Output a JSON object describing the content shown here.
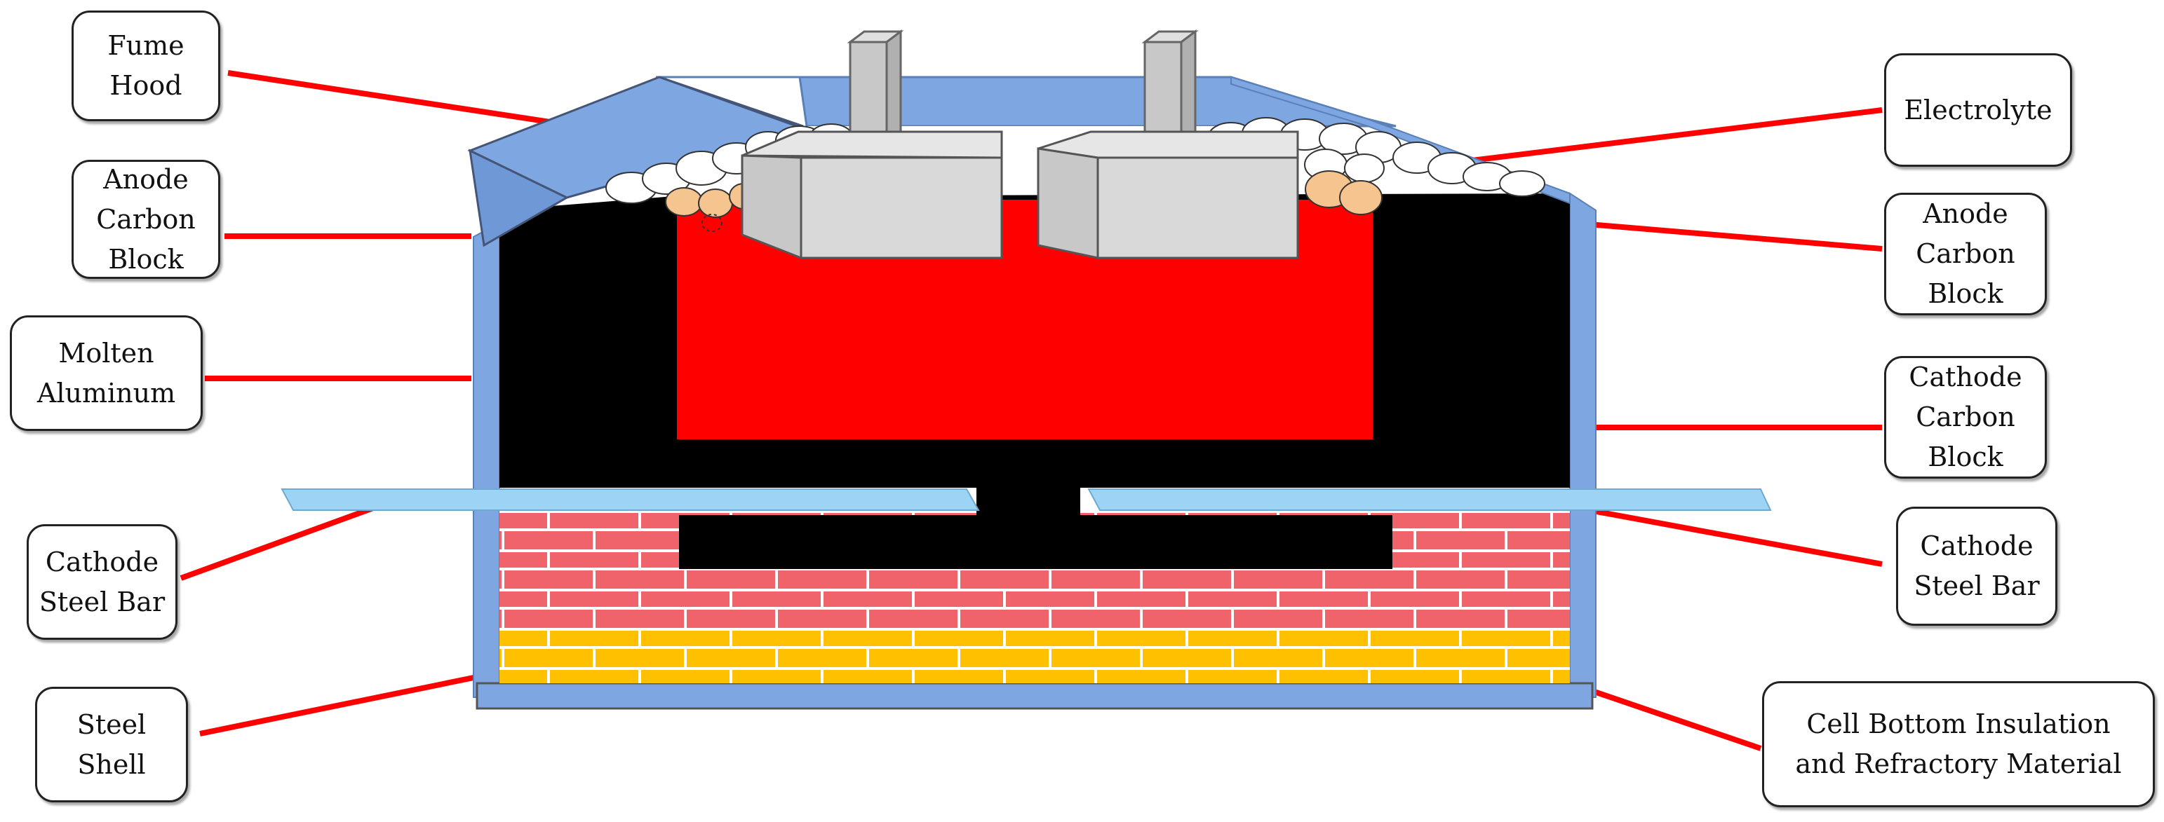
{
  "title": "",
  "labels": {
    "fume_hood": "Fume\nHood",
    "anode_carbon_block_left": "Anode\nCarbon\nBlock",
    "molten_aluminum": "Molten\nAluminum",
    "cathode_steel_bar_left": "Cathode\nSteel Bar",
    "steel_shell": "Steel\nShell",
    "electrolyte": "Electrolyte",
    "anode_carbon_block_right": "Anode\nCarbon\nBlock",
    "cathode_carbon_block": "Cathode\nCarbon\nBlock",
    "cathode_steel_bar_right": "Cathode\nSteel Bar",
    "cell_bottom_insulation": "Cell Bottom Insulation\nand Refractory Material"
  },
  "colors": {
    "steel_shell": "#7ea6e0",
    "steel_shell_edge": "#5b80b8",
    "carbon": "#000000",
    "electrolyte_bath": "#ff0000",
    "refractory_brick": "#f0636a",
    "insulation_brick": "#ffc000",
    "mortar": "#ffffff",
    "cathode_bar": "#9dd4f5",
    "anode_block": "#d9d9d9",
    "anode_block_side": "#c8c8c8",
    "anode_stem": "#c8c8c8",
    "crust": "#ffffff",
    "crust_tan": "#f6c48e",
    "leader_line": "#ff0000",
    "box_border": "#222222"
  }
}
